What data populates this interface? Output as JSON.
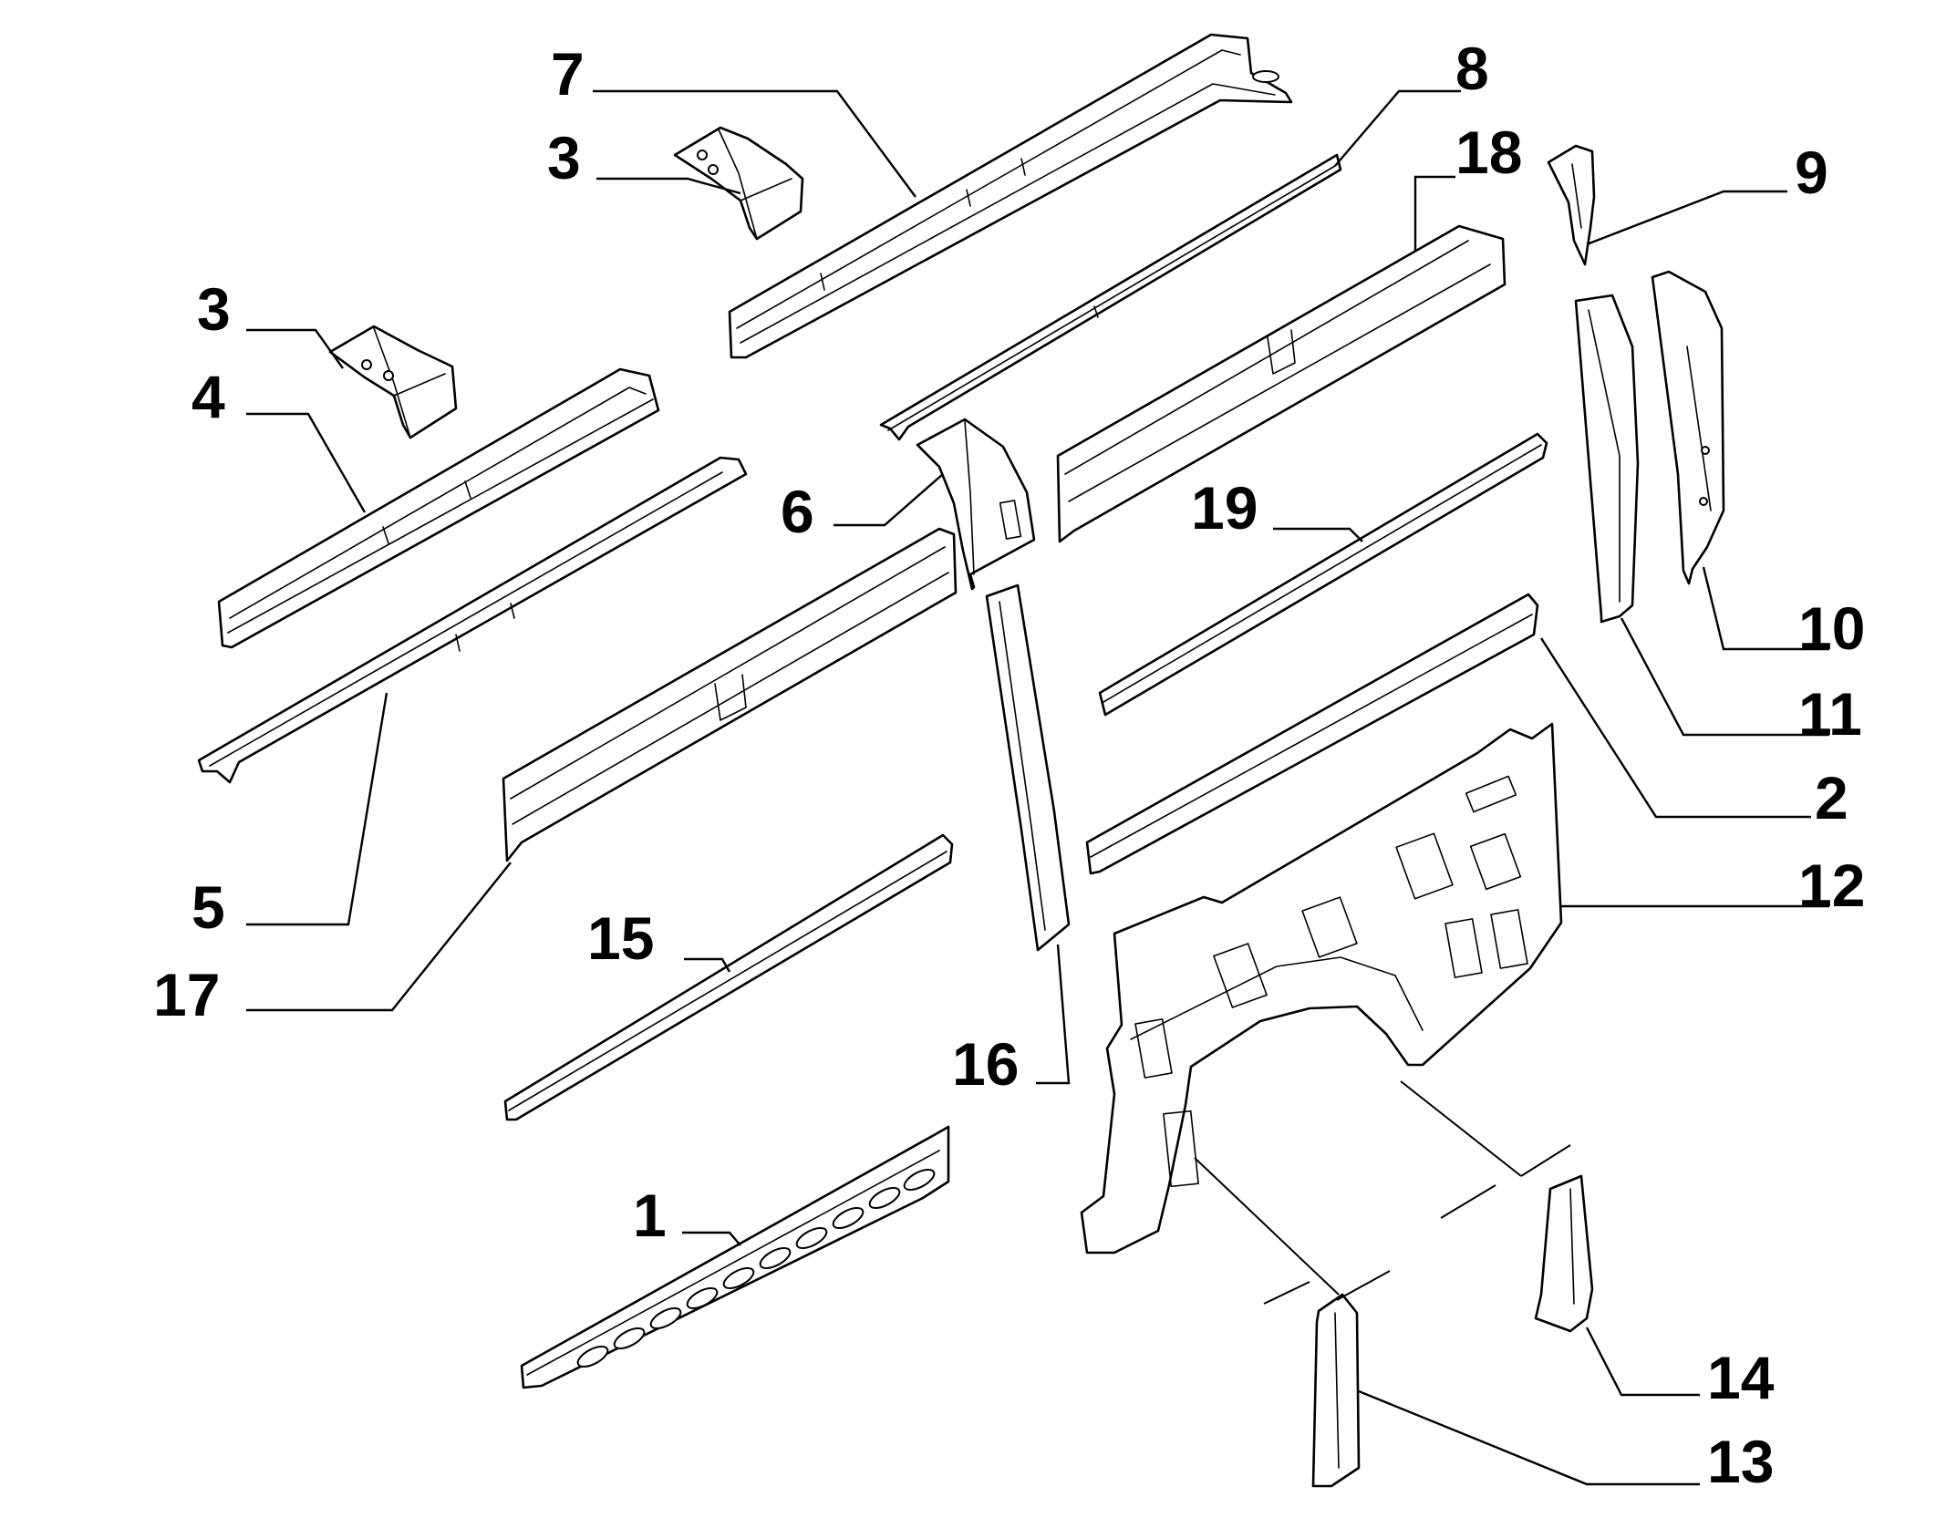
{
  "callouts": [
    {
      "id": "1",
      "label": "1"
    },
    {
      "id": "2",
      "label": "2"
    },
    {
      "id": "3a",
      "label": "3"
    },
    {
      "id": "3b",
      "label": "3"
    },
    {
      "id": "4",
      "label": "4"
    },
    {
      "id": "5",
      "label": "5"
    },
    {
      "id": "6",
      "label": "6"
    },
    {
      "id": "7",
      "label": "7"
    },
    {
      "id": "8",
      "label": "8"
    },
    {
      "id": "9",
      "label": "9"
    },
    {
      "id": "10",
      "label": "10"
    },
    {
      "id": "11",
      "label": "11"
    },
    {
      "id": "12",
      "label": "12"
    },
    {
      "id": "13",
      "label": "13"
    },
    {
      "id": "14",
      "label": "14"
    },
    {
      "id": "15",
      "label": "15"
    },
    {
      "id": "16",
      "label": "16"
    },
    {
      "id": "17",
      "label": "17"
    },
    {
      "id": "18",
      "label": "18"
    },
    {
      "id": "19",
      "label": "19"
    }
  ]
}
